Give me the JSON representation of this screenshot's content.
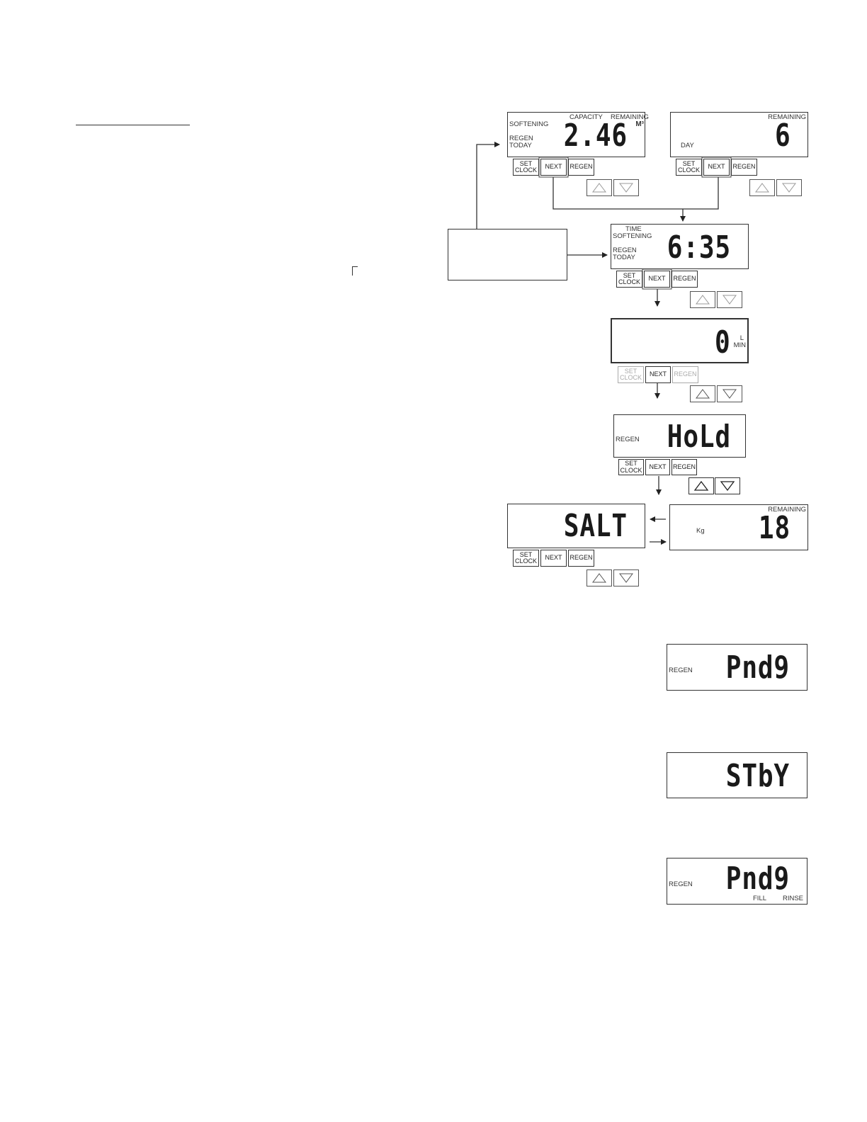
{
  "buttons": {
    "set_clock": "SET\nCLOCK",
    "next": "NEXT",
    "regen": "REGEN"
  },
  "screens": {
    "capacity": {
      "left1": "SOFTENING",
      "left2": "REGEN",
      "left3": "TODAY",
      "top1": "CAPACITY",
      "top2": "REMAINING",
      "value": "2.46",
      "unit": "M³"
    },
    "day": {
      "top": "REMAINING",
      "left": "DAY",
      "value": "6"
    },
    "time": {
      "top": "TIME",
      "left1": "SOFTENING",
      "left2": "REGEN",
      "left3": "TODAY",
      "value": "6:35"
    },
    "flow": {
      "value": "0",
      "unit_top": "L",
      "unit_bottom": "MIN"
    },
    "hold": {
      "left": "REGEN",
      "value": "HoLd"
    },
    "salt": {
      "value": "SALT"
    },
    "salt_remaining": {
      "top": "REMAINING",
      "left": "Kg",
      "value": "18"
    },
    "pending1": {
      "left": "REGEN",
      "value": "Pnd9"
    },
    "standby": {
      "value": "STbY"
    },
    "pending2": {
      "left": "REGEN",
      "value": "Pnd9",
      "bottom1": "FILL",
      "bottom2": "RINSE"
    }
  },
  "icons": {
    "up": "up-triangle-icon",
    "down": "down-triangle-icon"
  }
}
